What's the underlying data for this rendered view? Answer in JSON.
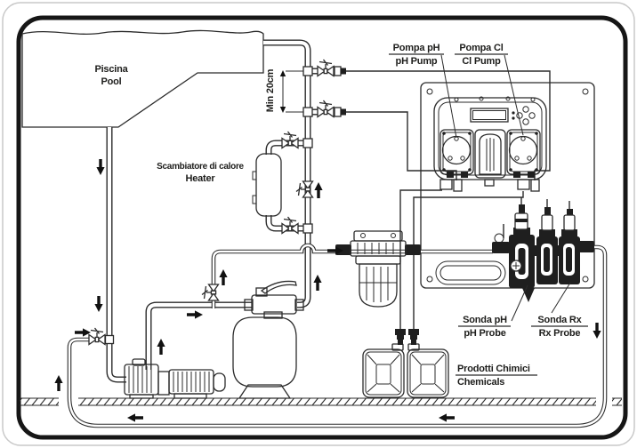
{
  "diagram": {
    "type": "pool-dosing-installation-schematic",
    "labels": {
      "pool_it": "Piscina",
      "pool_en": "Pool",
      "heater_it": "Scambiatore di calore",
      "heater_en": "Heater",
      "min_distance": "Min 20cm",
      "pump_ph_it": "Pompa pH",
      "pump_ph_en": "pH Pump",
      "pump_cl_it": "Pompa Cl",
      "pump_cl_en": "Cl Pump",
      "probe_ph_it": "Sonda pH",
      "probe_ph_en": "pH Probe",
      "probe_rx_it": "Sonda Rx",
      "probe_rx_en": "Rx Probe",
      "chemicals_it": "Prodotti Chimici",
      "chemicals_en": "Chemicals"
    },
    "colors": {
      "line": "#2b2b2b",
      "dark_fill": "#1f1f1f",
      "background": "#ffffff",
      "border": "#161616",
      "text": "#1d1d1b"
    }
  }
}
